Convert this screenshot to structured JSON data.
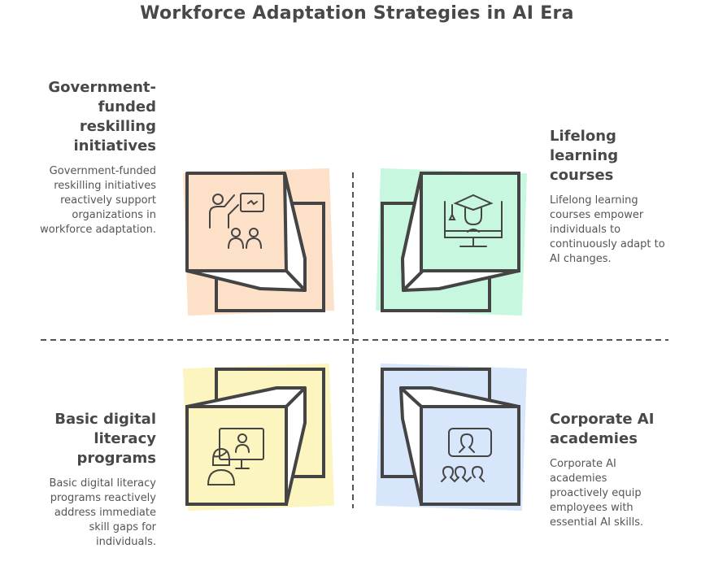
{
  "title": "Workforce Adaptation Strategies in AI Era",
  "quadrants": [
    {
      "position": "top-left",
      "heading": "Government-funded reskilling initiatives",
      "description": "Government-funded reskilling initiatives reactively support organizations in workforce adaptation.",
      "icon": "presenter-teaching-audience-icon",
      "color": "#fde0c8"
    },
    {
      "position": "top-right",
      "heading": "Lifelong learning courses",
      "description": "Lifelong learning courses empower individuals to continuously adapt to AI changes.",
      "icon": "graduate-monitor-icon",
      "color": "#c8f7e0"
    },
    {
      "position": "bottom-left",
      "heading": "Basic digital literacy programs",
      "description": "Basic digital literacy programs reactively address immediate skill gaps for individuals.",
      "icon": "learner-with-monitor-icon",
      "color": "#fdf5c0"
    },
    {
      "position": "bottom-right",
      "heading": "Corporate AI academies",
      "description": "Corporate AI academies proactively equip employees with essential AI skills.",
      "icon": "group-video-meeting-icon",
      "color": "#d8e6fb"
    }
  ],
  "colors": {
    "stroke": "#444444",
    "text": "#484848"
  }
}
